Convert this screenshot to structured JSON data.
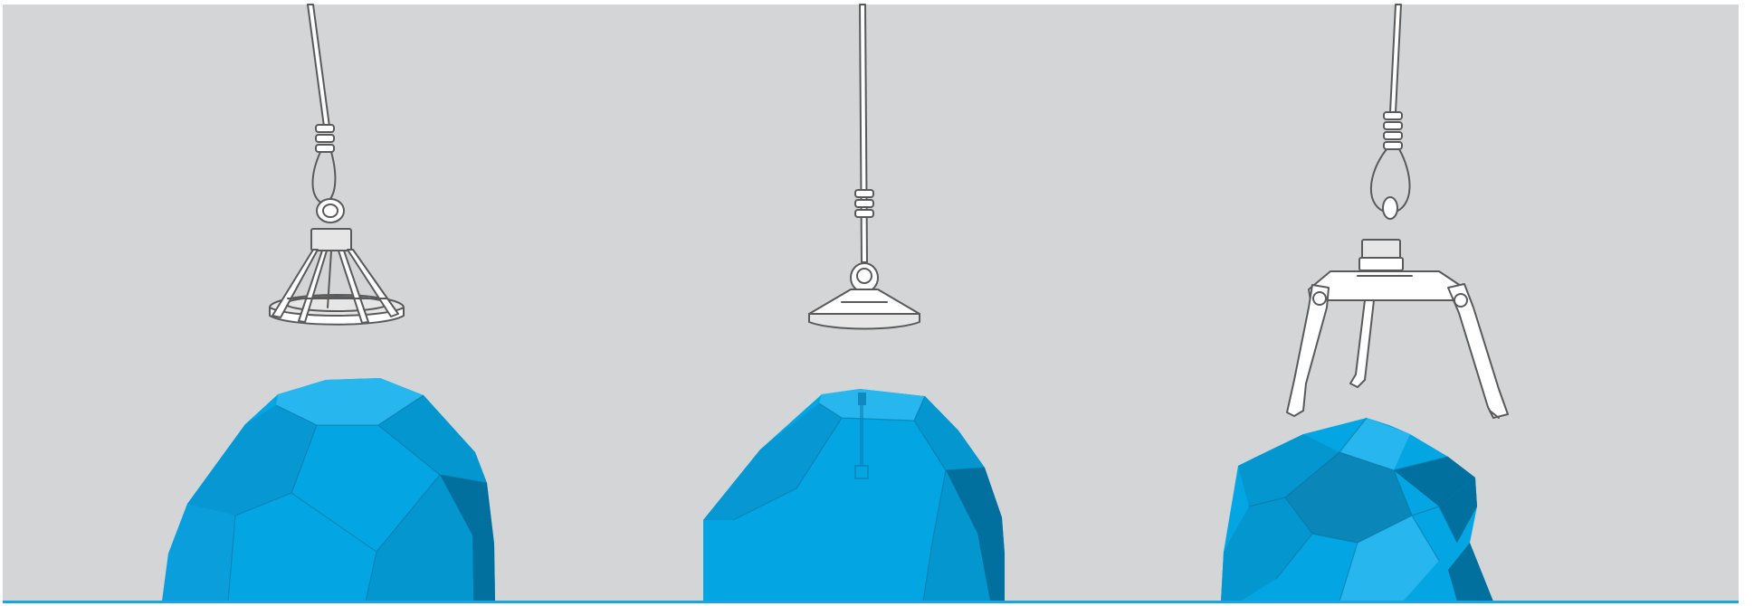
{
  "scene": {
    "background_color": "#d4d5d7",
    "frame_color": "#ffffff",
    "floor_line_color": "#1aa3dc",
    "rock_colors": {
      "base": "#03a5e2",
      "light": "#27b6ee",
      "mid": "#0396cf",
      "dark": "#02709f"
    },
    "panels": [
      {
        "tool": "cage-gripper-icon",
        "object": "faceted-boulder"
      },
      {
        "tool": "suction-cup-icon",
        "object": "faceted-boulder-with-inner-stem"
      },
      {
        "tool": "three-finger-claw-icon",
        "object": "jagged-rock"
      }
    ]
  }
}
